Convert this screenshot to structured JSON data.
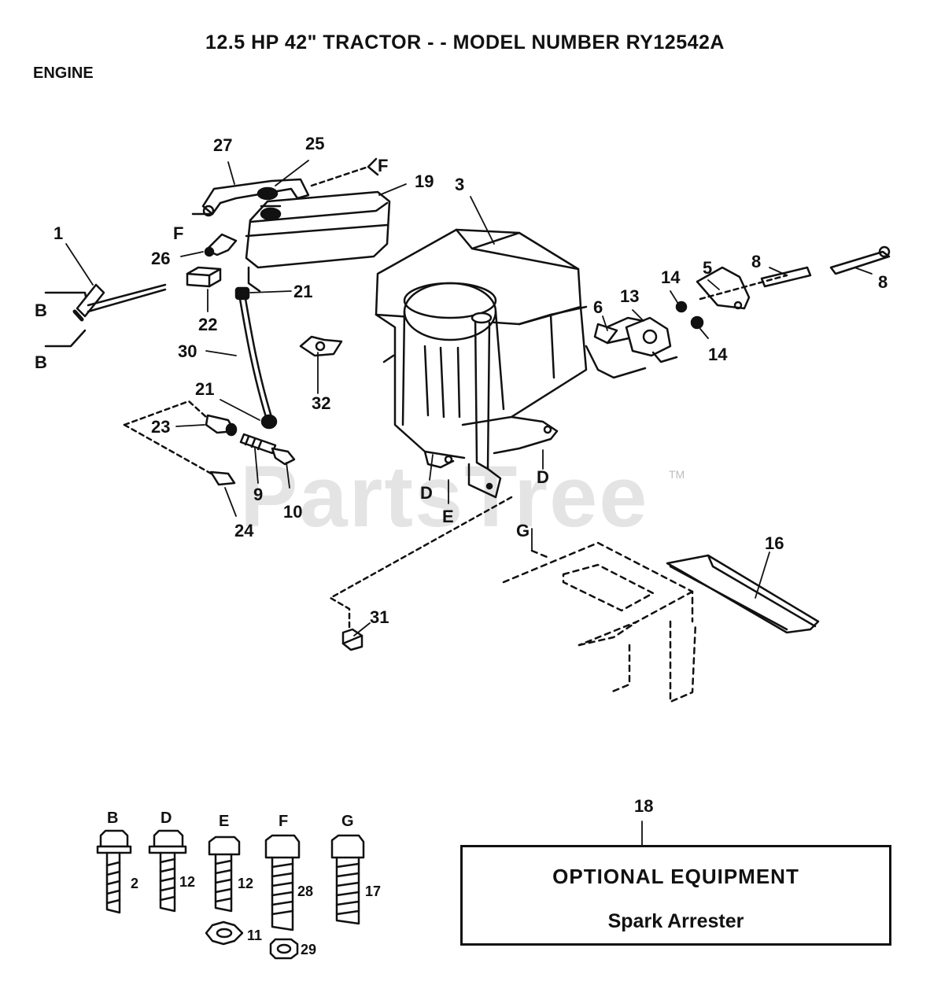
{
  "header": {
    "title": "12.5 HP 42\" TRACTOR - - MODEL NUMBER RY12542A",
    "section": "ENGINE"
  },
  "callouts": {
    "c1": "1",
    "c2": "2",
    "c3": "3",
    "c5": "5",
    "c6": "6",
    "c8a": "8",
    "c8b": "8",
    "c9": "9",
    "c10": "10",
    "c11": "11",
    "c12a": "12",
    "c12b": "12",
    "c13": "13",
    "c14a": "14",
    "c14b": "14",
    "c16": "16",
    "c17": "17",
    "c18": "18",
    "c19": "19",
    "c21a": "21",
    "c21b": "21",
    "c22": "22",
    "c23": "23",
    "c24": "24",
    "c25": "25",
    "c26": "26",
    "c27": "27",
    "c28": "28",
    "c29": "29",
    "c30": "30",
    "c31": "31",
    "c32": "32"
  },
  "letters": {
    "b1": "B",
    "b2": "B",
    "f1": "F",
    "f2": "F",
    "d1": "D",
    "d2": "D",
    "e1": "E",
    "g1": "G",
    "fast_b": "B",
    "fast_d": "D",
    "fast_e": "E",
    "fast_f": "F",
    "fast_g": "G"
  },
  "optional_equipment": {
    "title": "OPTIONAL EQUIPMENT",
    "item": "Spark Arrester"
  },
  "watermark": {
    "brand": "PartsTree",
    "tm": "TM",
    "color": "#cfcfcf"
  }
}
